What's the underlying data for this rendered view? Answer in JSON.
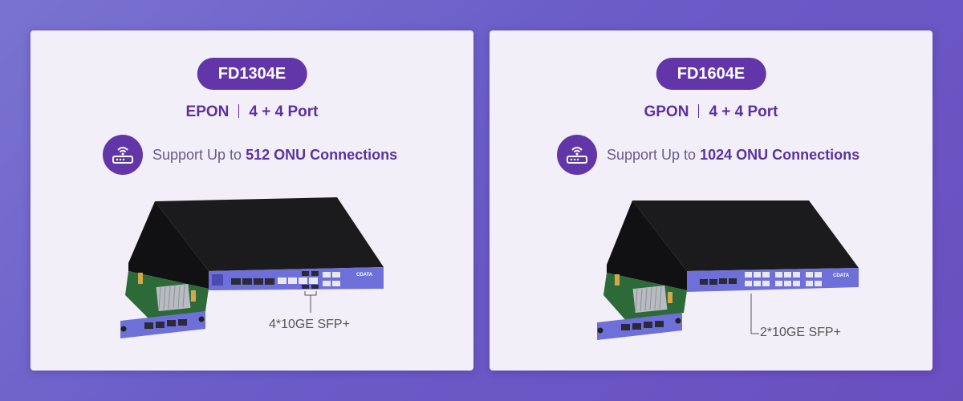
{
  "cards": [
    {
      "model": "FD1304E",
      "pon_type": "EPON",
      "ports": "4 + 4 Port",
      "support_prefix": "Support Up to",
      "support_highlight": "512 ONU Connections",
      "uplink_label": "4*10GE SFP+",
      "brand_logo": "CDATA",
      "icon": "wifi-router-icon"
    },
    {
      "model": "FD1604E",
      "pon_type": "GPON",
      "ports": "4 + 4 Port",
      "support_prefix": "Support Up to",
      "support_highlight": "1024 ONU Connections",
      "uplink_label": "2*10GE SFP+",
      "brand_logo": "CDATA",
      "icon": "wifi-router-icon"
    }
  ],
  "colors": {
    "accent": "#6236a8",
    "card_bg": "#f2eff9",
    "device_panel": "#6e6fd8"
  }
}
